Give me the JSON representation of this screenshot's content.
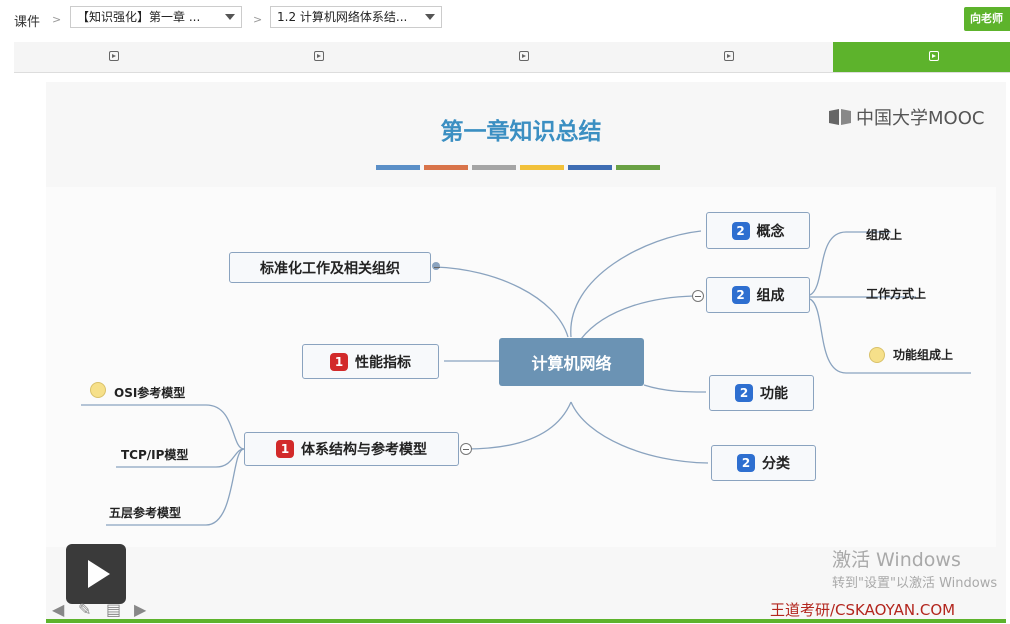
{
  "header": {
    "courseware_label": "课件",
    "chapter_select": "【知识强化】第一章 ...",
    "lesson_select": "1.2 计算机网络体系结...",
    "teacher_button": "向老师"
  },
  "tabs": [
    {
      "icon": "video-icon",
      "active": false
    },
    {
      "icon": "video-icon",
      "active": false
    },
    {
      "icon": "video-icon",
      "active": false
    },
    {
      "icon": "video-icon",
      "active": false
    },
    {
      "icon": "video-icon",
      "active": true
    }
  ],
  "slide": {
    "title": "第一章知识总结",
    "logo": "中国大学MOOC",
    "color_bars": [
      "#5b8fc7",
      "#d9744a",
      "#a5a5a5",
      "#f2c13a",
      "#3f6db3",
      "#6aa144"
    ],
    "mindmap": {
      "center": "计算机网络",
      "left_nodes": {
        "standardization": "标准化工作及相关组织",
        "performance": "性能指标",
        "architecture": "体系结构与参考模型"
      },
      "left_badges": {
        "performance": "1",
        "architecture": "1"
      },
      "architecture_children": [
        "OSI参考模型",
        "TCP/IP模型",
        "五层参考模型"
      ],
      "right_nodes": {
        "concept": "概念",
        "composition": "组成",
        "function": "功能",
        "classification": "分类"
      },
      "right_badges": {
        "concept": "2",
        "composition": "2",
        "function": "2",
        "classification": "2"
      },
      "composition_children": [
        "组成上",
        "工作方式上",
        "功能组成上"
      ]
    },
    "credit": "王道考研/CSKAOYAN.COM"
  },
  "windows_watermark": {
    "line1": "激活 Windows",
    "line2": "转到\"设置\"以激活 Windows"
  },
  "colors": {
    "accent": "#5db32c",
    "node_border": "#8aa3bf",
    "center_fill": "#6b93b4"
  }
}
